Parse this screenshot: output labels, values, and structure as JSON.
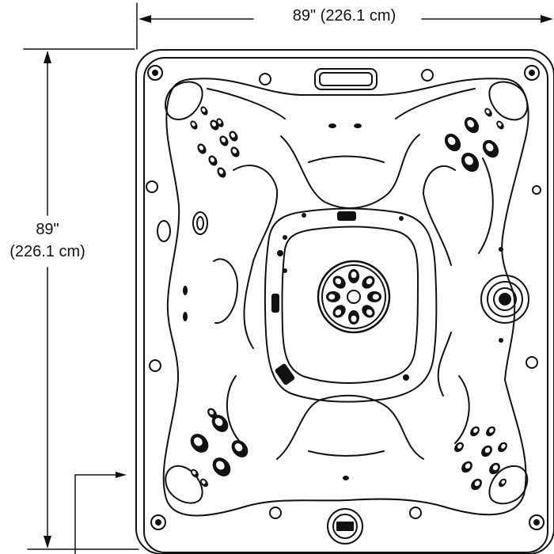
{
  "dimensions": {
    "width_label": "89\" (226.1 cm)",
    "depth_value": "89\"",
    "depth_metric": "(226.1 cm)"
  },
  "colors": {
    "line": "#111111",
    "fill": "#ffffff"
  },
  "icons": [
    "arrow-left-icon",
    "arrow-right-icon",
    "arrow-up-icon",
    "arrow-down-icon",
    "jet-icon",
    "drain-icon"
  ]
}
